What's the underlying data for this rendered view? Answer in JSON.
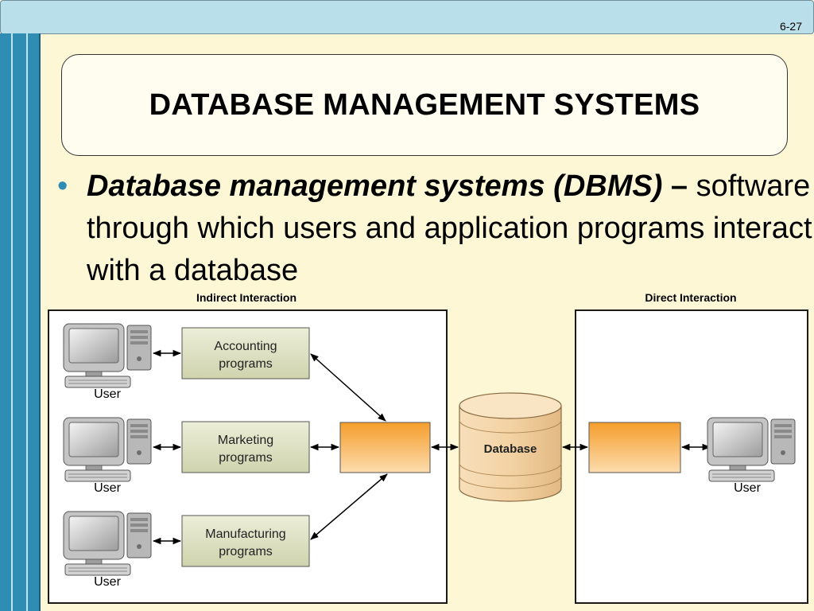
{
  "slide": {
    "number": "6-27",
    "title": "DATABASE MANAGEMENT SYSTEMS"
  },
  "bullet": {
    "term": "Database management systems (DBMS)",
    "dash": " –",
    "definition": " software through which users and application programs interact with a database"
  },
  "diagram": {
    "indirect_label": "Indirect Interaction",
    "direct_label": "Direct Interaction",
    "programs": [
      {
        "line1": "Accounting",
        "line2": "programs"
      },
      {
        "line1": "Marketing",
        "line2": "programs"
      },
      {
        "line1": "Manufacturing",
        "line2": "programs"
      }
    ],
    "user_label": "User",
    "database_label": "Database",
    "colors": {
      "program_box": "#dfe2c6",
      "dbms_box": "#f2a23b",
      "database": "#f1d3a8",
      "panel_border": "#1a1a1a"
    }
  }
}
